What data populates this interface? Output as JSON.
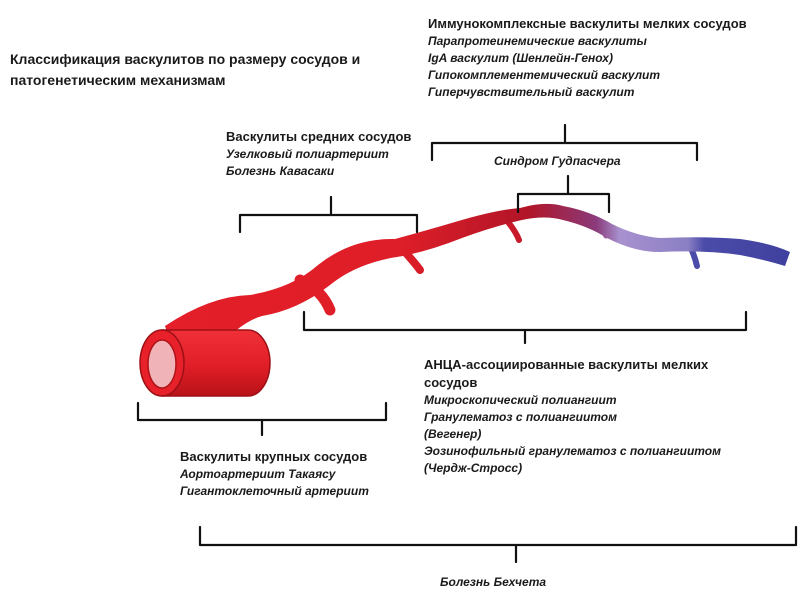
{
  "title": {
    "line1": "Классификация васкулитов по размеру сосудов и",
    "line2": "патогенетическим механизмам"
  },
  "immune_complex": {
    "heading": "Иммунокомплексные васкулиты мелких сосудов",
    "items": [
      "Парапротеинемические васкулиты",
      "IgA васкулит (Шенлейн-Генох)",
      "Гипокомплементемический васкулит",
      "Гиперчувствительный васкулит"
    ]
  },
  "goodpasture": {
    "label": "Синдром Гудпасчера"
  },
  "medium_vessels": {
    "heading": "Васкулиты средних сосудов",
    "items": [
      "Узелковый полиартериит",
      "Болезнь Кавасаки"
    ]
  },
  "anca": {
    "heading_line1": "АНЦА-ассоциированные васкулиты мелких",
    "heading_line2": "сосудов",
    "items": [
      "Микроскопический полиангиит",
      "Гранулематоз с полиангиитом",
      "(Вегенер)",
      "Эозинофильный гранулематоз с полиангиитом",
      "(Чердж-Стросс)"
    ]
  },
  "large_vessels": {
    "heading": "Васкулиты крупных сосудов",
    "items": [
      "Аортоартериит Такаясу",
      "Гигантоклеточный артериит"
    ]
  },
  "behcet": {
    "label": "Болезнь Бехчета"
  },
  "colors": {
    "artery_red": "#e8202a",
    "artery_dark": "#b01318",
    "vessel_violet": "#9a86c8",
    "vein_blue": "#4a4aa8",
    "lumen_pink": "#f0b4b8",
    "bracket": "#111111"
  }
}
